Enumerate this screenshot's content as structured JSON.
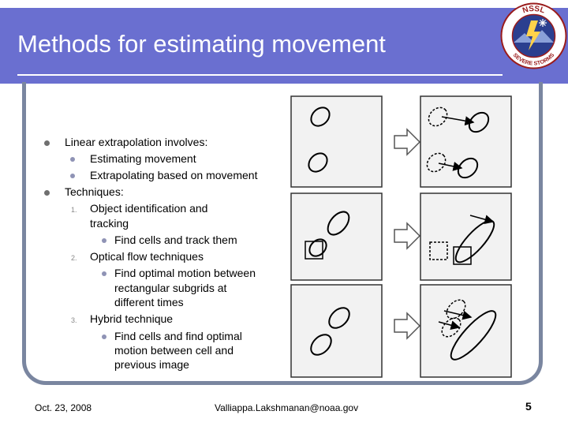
{
  "title": "Methods for estimating movement",
  "bullets": {
    "b1": "Linear extrapolation involves:",
    "b1_1": "Estimating movement",
    "b1_2": "Extrapolating based on movement",
    "b2": "Techniques:",
    "t1_num": "1.",
    "t1_a": "Object identification and",
    "t1_b": "tracking",
    "t1_sub": "Find cells and track them",
    "t2_num": "2.",
    "t2": "Optical flow techniques",
    "t2_sub_a": "Find optimal motion between",
    "t2_sub_b": "rectangular subgrids at",
    "t2_sub_c": "different times",
    "t3_num": "3.",
    "t3": "Hybrid technique",
    "t3_sub_a": "Find cells and find optimal",
    "t3_sub_b": "motion between cell and",
    "t3_sub_c": "previous image"
  },
  "logo": {
    "top": "NSSL",
    "bottom": "SEVERE STORMS"
  },
  "footer": {
    "date": "Oct. 23, 2008",
    "email": "Valliappa.Lakshmanan@noaa.gov",
    "page": "5"
  }
}
